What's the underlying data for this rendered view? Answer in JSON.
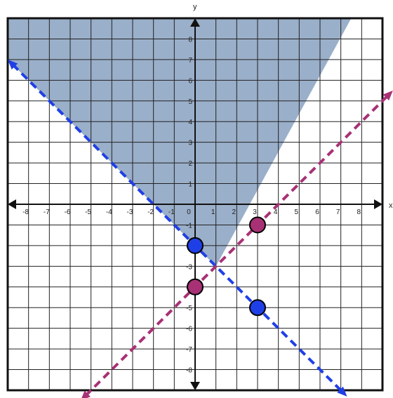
{
  "chart_data": {
    "type": "scatter",
    "title": "",
    "xlabel": "x",
    "ylabel": "y",
    "xlim": [
      -9,
      9
    ],
    "ylim": [
      -9,
      9
    ],
    "grid": true,
    "x_ticks": [
      -8,
      -7,
      -6,
      -5,
      -4,
      -3,
      -2,
      -1,
      0,
      1,
      2,
      3,
      4,
      5,
      6,
      7,
      8
    ],
    "y_ticks": [
      -8,
      -7,
      -6,
      -5,
      -4,
      -3,
      -2,
      -1,
      1,
      2,
      3,
      4,
      5,
      6,
      7,
      8
    ],
    "x_tick_labels": [
      "-8",
      "-7",
      "-6",
      "-5",
      "-4",
      "-3",
      "-2",
      "-1",
      "0",
      "1",
      "2",
      "3",
      "4",
      "5",
      "6",
      "7",
      "8"
    ],
    "y_tick_labels": [
      "-8",
      "-7",
      "-6",
      "-5",
      "-4",
      "-3",
      "-2",
      "-1",
      "1",
      "2",
      "3",
      "4",
      "5",
      "6",
      "7",
      "8"
    ],
    "shaded_region": {
      "description_bounds": "above both dashed lines",
      "vertices": [
        [
          1,
          -3
        ],
        [
          7.5,
          9
        ],
        [
          -9,
          9
        ],
        [
          -9,
          7
        ]
      ],
      "color": "#9aafc9"
    },
    "series": [
      {
        "kind": "dashed-line",
        "color": "#1f3fe6",
        "slope": -1,
        "intercept": -2,
        "x_range": [
          -9,
          7.3
        ],
        "points": [
          [
            0,
            -2
          ],
          [
            3,
            -5
          ]
        ]
      },
      {
        "kind": "dashed-line",
        "color": "#a83175",
        "slope": 1,
        "intercept": -4,
        "x_range": [
          -5.5,
          9.5
        ],
        "points": [
          [
            0,
            -4
          ],
          [
            3,
            -1
          ]
        ]
      }
    ],
    "colors": {
      "grid": "#222222",
      "axis": "#111111",
      "background": "#ffffff"
    }
  }
}
